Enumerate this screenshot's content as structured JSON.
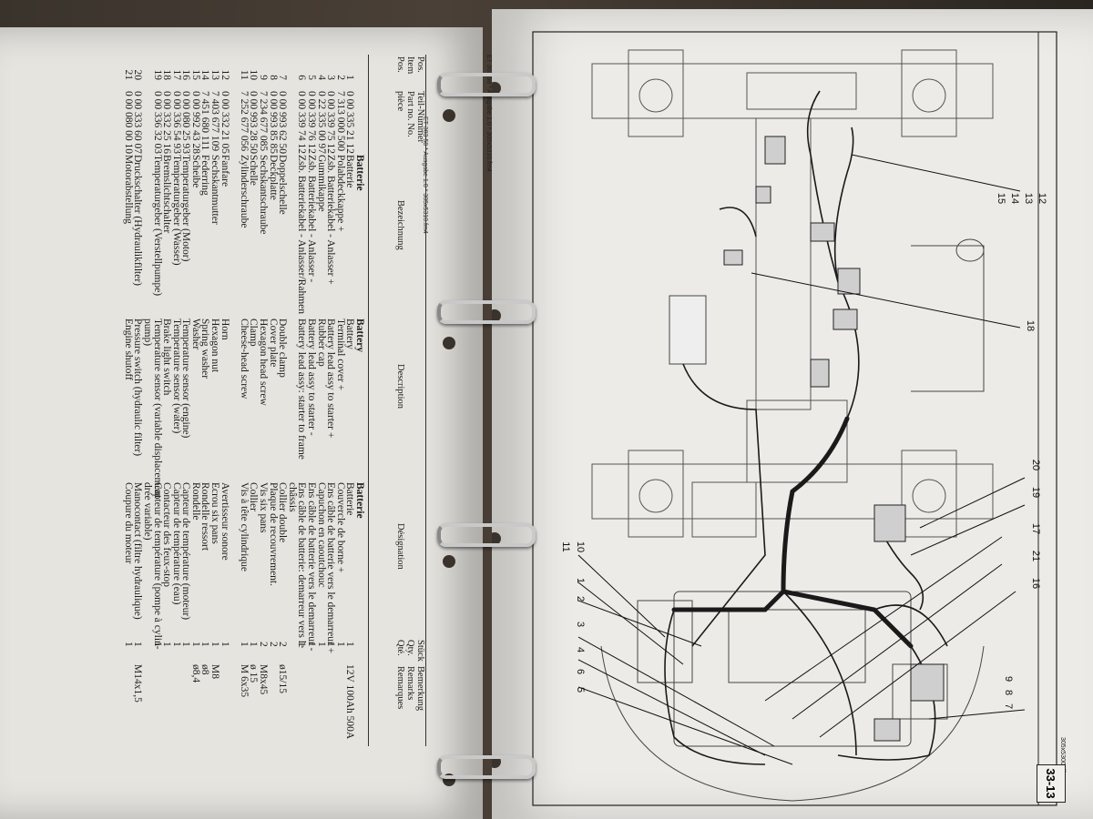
{
  "left_page": {
    "doc_id": "ET 303 58 * Ausgabe 1.0 * 305x5310.fm4",
    "header": {
      "pos": "Pos. Item Pos.",
      "part": "Teil-Nummer Part no. No. pièce",
      "de": "Bezeichnung",
      "en": "Description",
      "fr": "Désignation",
      "qty": "Stück Qty. Qté.",
      "rem": "Bemerkung Remarks Remarques"
    },
    "section": {
      "de": "Batterie",
      "en": "Battery",
      "fr": "Batterie"
    },
    "rows": [
      {
        "pos": "1",
        "part": "0 00 335 21 12",
        "de": "Batterie",
        "en": "Battery",
        "fr": "Batterie",
        "qty": "1",
        "rem": "12V 100Ah 500A"
      },
      {
        "pos": "2",
        "part": "7 313 000 500",
        "de": "Polabdeckkappe +",
        "en": "Terminal cover +",
        "fr": "Couvercle de borne +",
        "qty": "1",
        "rem": ""
      },
      {
        "pos": "3",
        "part": "0 00 339 75 12",
        "de": "Zsb. Batteriekabel - Anlasser +",
        "en": "Battery lead assy to starter +",
        "fr": "Ens câble de batterie vers le demarreur +",
        "qty": "1",
        "rem": ""
      },
      {
        "pos": "4",
        "part": "0 22 335 00 97",
        "de": "Gummikappe",
        "en": "Rubber cap",
        "fr": "Capuchon en caoutchouc",
        "qty": "1",
        "rem": ""
      },
      {
        "pos": "5",
        "part": "0 00 339 76 12",
        "de": "Zsb. Batteriekabel - Anlasser -",
        "en": "Battery lead assy to starter -",
        "fr": "Ens câble de batterie vers le demarreur -",
        "qty": "1",
        "rem": ""
      },
      {
        "pos": "6",
        "part": "0 00 339 74 12",
        "de": "Zsb. Batteriekabel - Anlasser/Rahmen",
        "en": "Battery lead assy: starter to frame",
        "fr": "Ens câble de batterie: demarreur vers le",
        "qty": "1",
        "rem": ""
      },
      {
        "pos": "",
        "part": "",
        "de": "",
        "en": "",
        "fr": "châssis",
        "qty": "",
        "rem": ""
      },
      {
        "pos": "7",
        "part": "0 00 993 62 50",
        "de": "Doppelschelle",
        "en": "Double clamp",
        "fr": "Collier double",
        "qty": "2",
        "rem": "ø15/15"
      },
      {
        "pos": "8",
        "part": "0 00 993 85 85",
        "de": "Deckplatte",
        "en": "Cover plate",
        "fr": "Plaque de recouvrement.",
        "qty": "2",
        "rem": ""
      },
      {
        "pos": "9",
        "part": "7 234 677 085",
        "de": "Sechskantschraube",
        "en": "Hexagon head screw",
        "fr": "Vis six pans",
        "qty": "2",
        "rem": "M8x45"
      },
      {
        "pos": "10",
        "part": "0 00 993 28 50",
        "de": "Schelle",
        "en": "Clamp",
        "fr": "Collier",
        "qty": "1",
        "rem": "ø 15"
      },
      {
        "pos": "11",
        "part": "7 252 677 056",
        "de": "Zylinderschraube",
        "en": "Cheese-head screw",
        "fr": "Vis à tête cylindrique",
        "qty": "1",
        "rem": "M 6x35"
      },
      {
        "pos": "",
        "part": "",
        "de": "",
        "en": "",
        "fr": "",
        "qty": "",
        "rem": ""
      },
      {
        "pos": "12",
        "part": "0 00 332 21 05",
        "de": "Fanfare",
        "en": "Horn",
        "fr": "Avertisseur sonore",
        "qty": "1",
        "rem": ""
      },
      {
        "pos": "13",
        "part": "7 403 677 109",
        "de": "Sechskantmutter",
        "en": "Hexagon nut",
        "fr": "Ecrou six pans",
        "qty": "1",
        "rem": "M8"
      },
      {
        "pos": "14",
        "part": "7 451 680 111",
        "de": "Federring",
        "en": "Spring washer",
        "fr": "Rondelle ressort",
        "qty": "1",
        "rem": "ø8"
      },
      {
        "pos": "15",
        "part": "0 00 992 43 28",
        "de": "Scheibe",
        "en": "Washer",
        "fr": "Rondelle",
        "qty": "1",
        "rem": "ø8,4"
      },
      {
        "pos": "16",
        "part": "0 00 080 25 93",
        "de": "Temperaturgeber (Motor)",
        "en": "Temperature sensor (engine)",
        "fr": "Capteur de température (moteur)",
        "qty": "1",
        "rem": ""
      },
      {
        "pos": "17",
        "part": "0 00 336 54 93",
        "de": "Temperaturgeber (Wasser)",
        "en": "Temperature sensor (water)",
        "fr": "Capteur de température (eau)",
        "qty": "1",
        "rem": ""
      },
      {
        "pos": "18",
        "part": "0 00 332 25 16",
        "de": "Bremslichtschalter",
        "en": "Brake light switch",
        "fr": "Contacteur des feux-stop",
        "qty": "1",
        "rem": ""
      },
      {
        "pos": "19",
        "part": "0 00 336 32 03",
        "de": "Temperaturgeber (Verstellpumpe)",
        "en": "Temperature sensor (variable displacement",
        "fr": "Capteur de température (pompe à cylin-",
        "qty": "1",
        "rem": ""
      },
      {
        "pos": "",
        "part": "",
        "de": "",
        "en": "pump)",
        "fr": "drée variable)",
        "qty": "",
        "rem": ""
      },
      {
        "pos": "20",
        "part": "0 00 333 60 07",
        "de": "Druckschalter (Hydraulikfilter)",
        "en": "Pressure switch (hydraulic filter)",
        "fr": "Manocontact (filtre hydraulique)",
        "qty": "1",
        "rem": "M14x1,5"
      },
      {
        "pos": "21",
        "part": "0 00 080 00 10",
        "de": "Motorabstellung",
        "en": "Engine shutoff",
        "fr": "Coupure du moteur",
        "qty": "1",
        "rem": ""
      }
    ]
  },
  "right_page": {
    "doc_id": "ET 303 58 * Ausgabe 1.0 * 305x5310.fm4",
    "page_number": "33-13",
    "file_id": "305x5300.tif",
    "callouts": [
      "12",
      "13",
      "14",
      "15",
      "18",
      "20",
      "19",
      "17",
      "21",
      "16",
      "7",
      "8",
      "9",
      "10",
      "11",
      "1",
      "2",
      "3",
      "4",
      "6",
      "5"
    ]
  },
  "colors": {
    "paper_left": "#e6e4df",
    "paper_right": "#ecebe7",
    "ink": "#1d1d1d",
    "binder": "#2b2723"
  }
}
